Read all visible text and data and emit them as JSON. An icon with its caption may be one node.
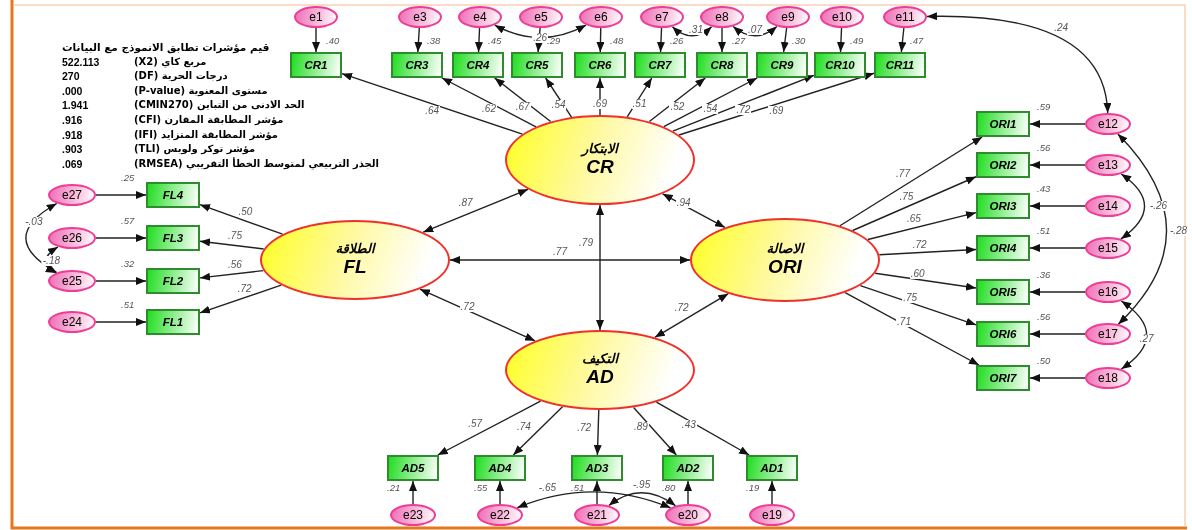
{
  "diagram": {
    "nodes": [
      {
        "text": [
          "الابتكار",
          "CR"
        ]
      },
      {
        "text": [
          "الطلاقة",
          "FL"
        ]
      },
      {
        "text": [
          "الاصالة",
          "ORI"
        ]
      },
      {
        "text": [
          "التكيف",
          "AD"
        ]
      },
      {
        "text": [
          "CR1"
        ],
        "beside": [
          ".40"
        ]
      },
      {
        "text": [
          "CR3"
        ],
        "beside": [
          ".38"
        ]
      },
      {
        "text": [
          "CR4"
        ],
        "beside": [
          ".45"
        ]
      },
      {
        "text": [
          "CR5"
        ],
        "beside": [
          ".29"
        ]
      },
      {
        "text": [
          "CR6"
        ],
        "beside": [
          ".48"
        ]
      },
      {
        "text": [
          "CR7"
        ],
        "beside": [
          ".26"
        ]
      },
      {
        "text": [
          "CR8"
        ],
        "beside": [
          ".27"
        ]
      },
      {
        "text": [
          "CR9"
        ],
        "beside": [
          ".30"
        ]
      },
      {
        "text": [
          "CR10"
        ],
        "beside": [
          ".49"
        ]
      },
      {
        "text": [
          "CR11"
        ],
        "beside": [
          ".47"
        ]
      },
      {
        "text": [
          "FL4"
        ],
        "beside": [
          ".25"
        ]
      },
      {
        "text": [
          "FL3"
        ],
        "beside": [
          ".57"
        ]
      },
      {
        "text": [
          "FL2"
        ],
        "beside": [
          ".32"
        ]
      },
      {
        "text": [
          "FL1"
        ],
        "beside": [
          ".51"
        ]
      },
      {
        "text": [
          "ORI1"
        ],
        "beside": [
          ".59"
        ]
      },
      {
        "text": [
          "ORI2"
        ],
        "beside": [
          ".56"
        ]
      },
      {
        "text": [
          "ORI3"
        ],
        "beside": [
          ".43"
        ]
      },
      {
        "text": [
          "ORI4"
        ],
        "beside": [
          ".51"
        ]
      },
      {
        "text": [
          "ORI5"
        ],
        "beside": [
          ".36"
        ]
      },
      {
        "text": [
          "ORI6"
        ],
        "beside": [
          ".56"
        ]
      },
      {
        "text": [
          "ORI7"
        ],
        "beside": [
          ".50"
        ]
      },
      {
        "text": [
          "AD5"
        ],
        "beside": [
          ".21"
        ]
      },
      {
        "text": [
          "AD4"
        ],
        "beside": [
          ".55"
        ]
      },
      {
        "text": [
          "AD3"
        ],
        "beside": [
          ".51"
        ]
      },
      {
        "text": [
          "AD2"
        ],
        "beside": [
          ".80"
        ]
      },
      {
        "text": [
          "AD1"
        ],
        "beside": [
          ".19"
        ]
      },
      {
        "text": [
          "e1"
        ]
      },
      {
        "text": [
          "e3"
        ]
      },
      {
        "text": [
          "e4"
        ]
      },
      {
        "text": [
          "e5"
        ]
      },
      {
        "text": [
          "e6"
        ]
      },
      {
        "text": [
          "e7"
        ]
      },
      {
        "text": [
          "e8"
        ]
      },
      {
        "text": [
          "e9"
        ]
      },
      {
        "text": [
          "e10"
        ]
      },
      {
        "text": [
          "e11"
        ]
      },
      {
        "text": [
          "e12"
        ]
      },
      {
        "text": [
          "e13"
        ]
      },
      {
        "text": [
          "e14"
        ]
      },
      {
        "text": [
          "e15"
        ]
      },
      {
        "text": [
          "e16"
        ]
      },
      {
        "text": [
          "e17"
        ]
      },
      {
        "text": [
          "e18"
        ]
      },
      {
        "text": [
          "e27"
        ]
      },
      {
        "text": [
          "e26"
        ]
      },
      {
        "text": [
          "e25"
        ]
      },
      {
        "text": [
          "e24"
        ]
      },
      {
        "text": [
          "e23"
        ]
      },
      {
        "text": [
          "e22"
        ]
      },
      {
        "text": [
          "e21"
        ]
      },
      {
        "text": [
          "e20"
        ]
      },
      {
        "text": [
          "e19"
        ]
      }
    ],
    "edges": [
      {
        "from": 0,
        "to": 1,
        "arrow": "both",
        "label": ".87"
      },
      {
        "from": 0,
        "to": 2,
        "arrow": "both",
        "label": ".94"
      },
      {
        "from": 1,
        "to": 2,
        "arrow": "both",
        "label": ".77"
      },
      {
        "from": 0,
        "to": 3,
        "arrow": "both",
        "label": ".79"
      },
      {
        "from": 1,
        "to": 3,
        "arrow": "both",
        "label": ".72"
      },
      {
        "from": 2,
        "to": 3,
        "arrow": "both",
        "label": ".72"
      },
      {
        "from": 0,
        "to": 4,
        "arrow": "to",
        "label": ".64"
      },
      {
        "from": 0,
        "to": 5,
        "arrow": "to",
        "label": ".62"
      },
      {
        "from": 0,
        "to": 6,
        "arrow": "to",
        "label": ".67"
      },
      {
        "from": 0,
        "to": 7,
        "arrow": "to",
        "label": ".54"
      },
      {
        "from": 0,
        "to": 8,
        "arrow": "to",
        "label": ".69"
      },
      {
        "from": 0,
        "to": 9,
        "arrow": "to",
        "label": ".51"
      },
      {
        "from": 0,
        "to": 10,
        "arrow": "to",
        "label": ".52"
      },
      {
        "from": 0,
        "to": 11,
        "arrow": "to",
        "label": ".54"
      },
      {
        "from": 0,
        "to": 12,
        "arrow": "to",
        "label": ".72"
      },
      {
        "from": 0,
        "to": 13,
        "arrow": "to",
        "label": ".69"
      },
      {
        "from": 1,
        "to": 14,
        "arrow": "to",
        "label": ".50"
      },
      {
        "from": 1,
        "to": 15,
        "arrow": "to",
        "label": ".75"
      },
      {
        "from": 1,
        "to": 16,
        "arrow": "to",
        "label": ".56"
      },
      {
        "from": 1,
        "to": 17,
        "arrow": "to",
        "label": ".72"
      },
      {
        "from": 2,
        "to": 18,
        "arrow": "to",
        "label": ".77"
      },
      {
        "from": 2,
        "to": 19,
        "arrow": "to",
        "label": ".75"
      },
      {
        "from": 2,
        "to": 20,
        "arrow": "to",
        "label": ".65"
      },
      {
        "from": 2,
        "to": 21,
        "arrow": "to",
        "label": ".72"
      },
      {
        "from": 2,
        "to": 22,
        "arrow": "to",
        "label": ".60"
      },
      {
        "from": 2,
        "to": 23,
        "arrow": "to",
        "label": ".75"
      },
      {
        "from": 2,
        "to": 24,
        "arrow": "to",
        "label": ".71"
      },
      {
        "from": 3,
        "to": 25,
        "arrow": "to",
        "label": ".57"
      },
      {
        "from": 3,
        "to": 26,
        "arrow": "to",
        "label": ".74"
      },
      {
        "from": 3,
        "to": 27,
        "arrow": "to",
        "label": ".72"
      },
      {
        "from": 3,
        "to": 28,
        "arrow": "to",
        "label": ".89"
      },
      {
        "from": 3,
        "to": 29,
        "arrow": "to",
        "label": ".43"
      },
      {
        "from": 30,
        "to": 4,
        "arrow": "to"
      },
      {
        "from": 31,
        "to": 5,
        "arrow": "to"
      },
      {
        "from": 32,
        "to": 6,
        "arrow": "to"
      },
      {
        "from": 33,
        "to": 7,
        "arrow": "to"
      },
      {
        "from": 34,
        "to": 8,
        "arrow": "to"
      },
      {
        "from": 35,
        "to": 9,
        "arrow": "to"
      },
      {
        "from": 36,
        "to": 10,
        "arrow": "to"
      },
      {
        "from": 37,
        "to": 11,
        "arrow": "to"
      },
      {
        "from": 38,
        "to": 12,
        "arrow": "to"
      },
      {
        "from": 39,
        "to": 13,
        "arrow": "to"
      },
      {
        "from": 40,
        "to": 18,
        "arrow": "to"
      },
      {
        "from": 41,
        "to": 19,
        "arrow": "to"
      },
      {
        "from": 42,
        "to": 20,
        "arrow": "to"
      },
      {
        "from": 43,
        "to": 21,
        "arrow": "to"
      },
      {
        "from": 44,
        "to": 22,
        "arrow": "to"
      },
      {
        "from": 45,
        "to": 23,
        "arrow": "to"
      },
      {
        "from": 46,
        "to": 24,
        "arrow": "to"
      },
      {
        "from": 47,
        "to": 14,
        "arrow": "to"
      },
      {
        "from": 48,
        "to": 15,
        "arrow": "to"
      },
      {
        "from": 49,
        "to": 16,
        "arrow": "to"
      },
      {
        "from": 50,
        "to": 17,
        "arrow": "to"
      },
      {
        "from": 51,
        "to": 25,
        "arrow": "to"
      },
      {
        "from": 52,
        "to": 26,
        "arrow": "to"
      },
      {
        "from": 53,
        "to": 27,
        "arrow": "to"
      },
      {
        "from": 54,
        "to": 28,
        "arrow": "to"
      },
      {
        "from": 55,
        "to": 29,
        "arrow": "to"
      },
      {
        "from": 32,
        "to": 34,
        "arrow": "both",
        "label": ".26"
      },
      {
        "from": 35,
        "to": 36,
        "arrow": "both",
        "label": ".31"
      },
      {
        "from": 36,
        "to": 37,
        "arrow": "both",
        "label": ".07"
      },
      {
        "from": 39,
        "to": 40,
        "arrow": "both",
        "label": ".24"
      },
      {
        "from": 41,
        "to": 43,
        "arrow": "both",
        "label": "-.26"
      },
      {
        "from": 40,
        "to": 45,
        "arrow": "both",
        "label": "-.28"
      },
      {
        "from": 44,
        "to": 46,
        "arrow": "both",
        "label": ".27"
      },
      {
        "from": 47,
        "to": 49,
        "arrow": "both",
        "label": "-.03"
      },
      {
        "from": 48,
        "to": 49,
        "arrow": "both",
        "label": "-.18"
      },
      {
        "from": 52,
        "to": 54,
        "arrow": "both",
        "label": "-.65"
      },
      {
        "from": 53,
        "to": 54,
        "arrow": "both",
        "label": "-.95"
      }
    ],
    "labels": [
      "قيم مؤشرات تطابق الانموذج مع البيانات",
      "522.113",
      "مربع كاي (X2)",
      "270",
      "درجات الحرية (DF)",
      ".000",
      "مستوى المعنوية (P-value)",
      "1.941",
      "الحد الادنى من التباين (CMIN270)",
      ".916",
      "مؤشر المطابقة المقارن (CFI)",
      ".918",
      "مؤشر المطابقة المتزايد (IFI)",
      ".903",
      "مؤشر توكر ولويس (TLI)",
      ".069",
      "الجذر التربيعي لمتوسط الخطأ التقريبي (RMSEA)"
    ]
  }
}
